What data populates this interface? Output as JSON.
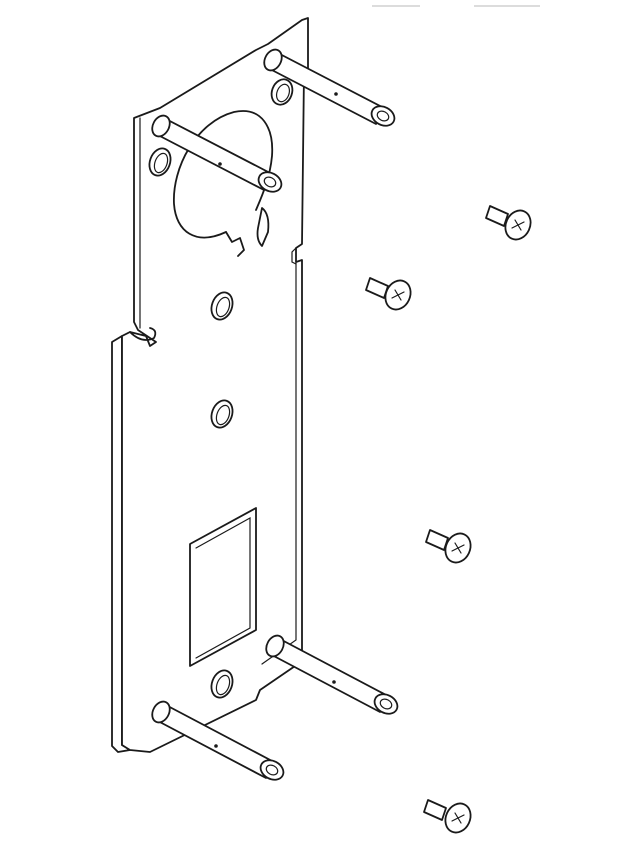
{
  "figure": {
    "type": "exploded-parts-diagram",
    "parts": [
      {
        "name": "mounting-plate",
        "count": 1
      },
      {
        "name": "standoff-pin",
        "count": 4
      },
      {
        "name": "phillips-flat-head-screw",
        "count": 4
      }
    ],
    "colors": {
      "line": "#1a1a1a",
      "background": "#ffffff"
    }
  }
}
